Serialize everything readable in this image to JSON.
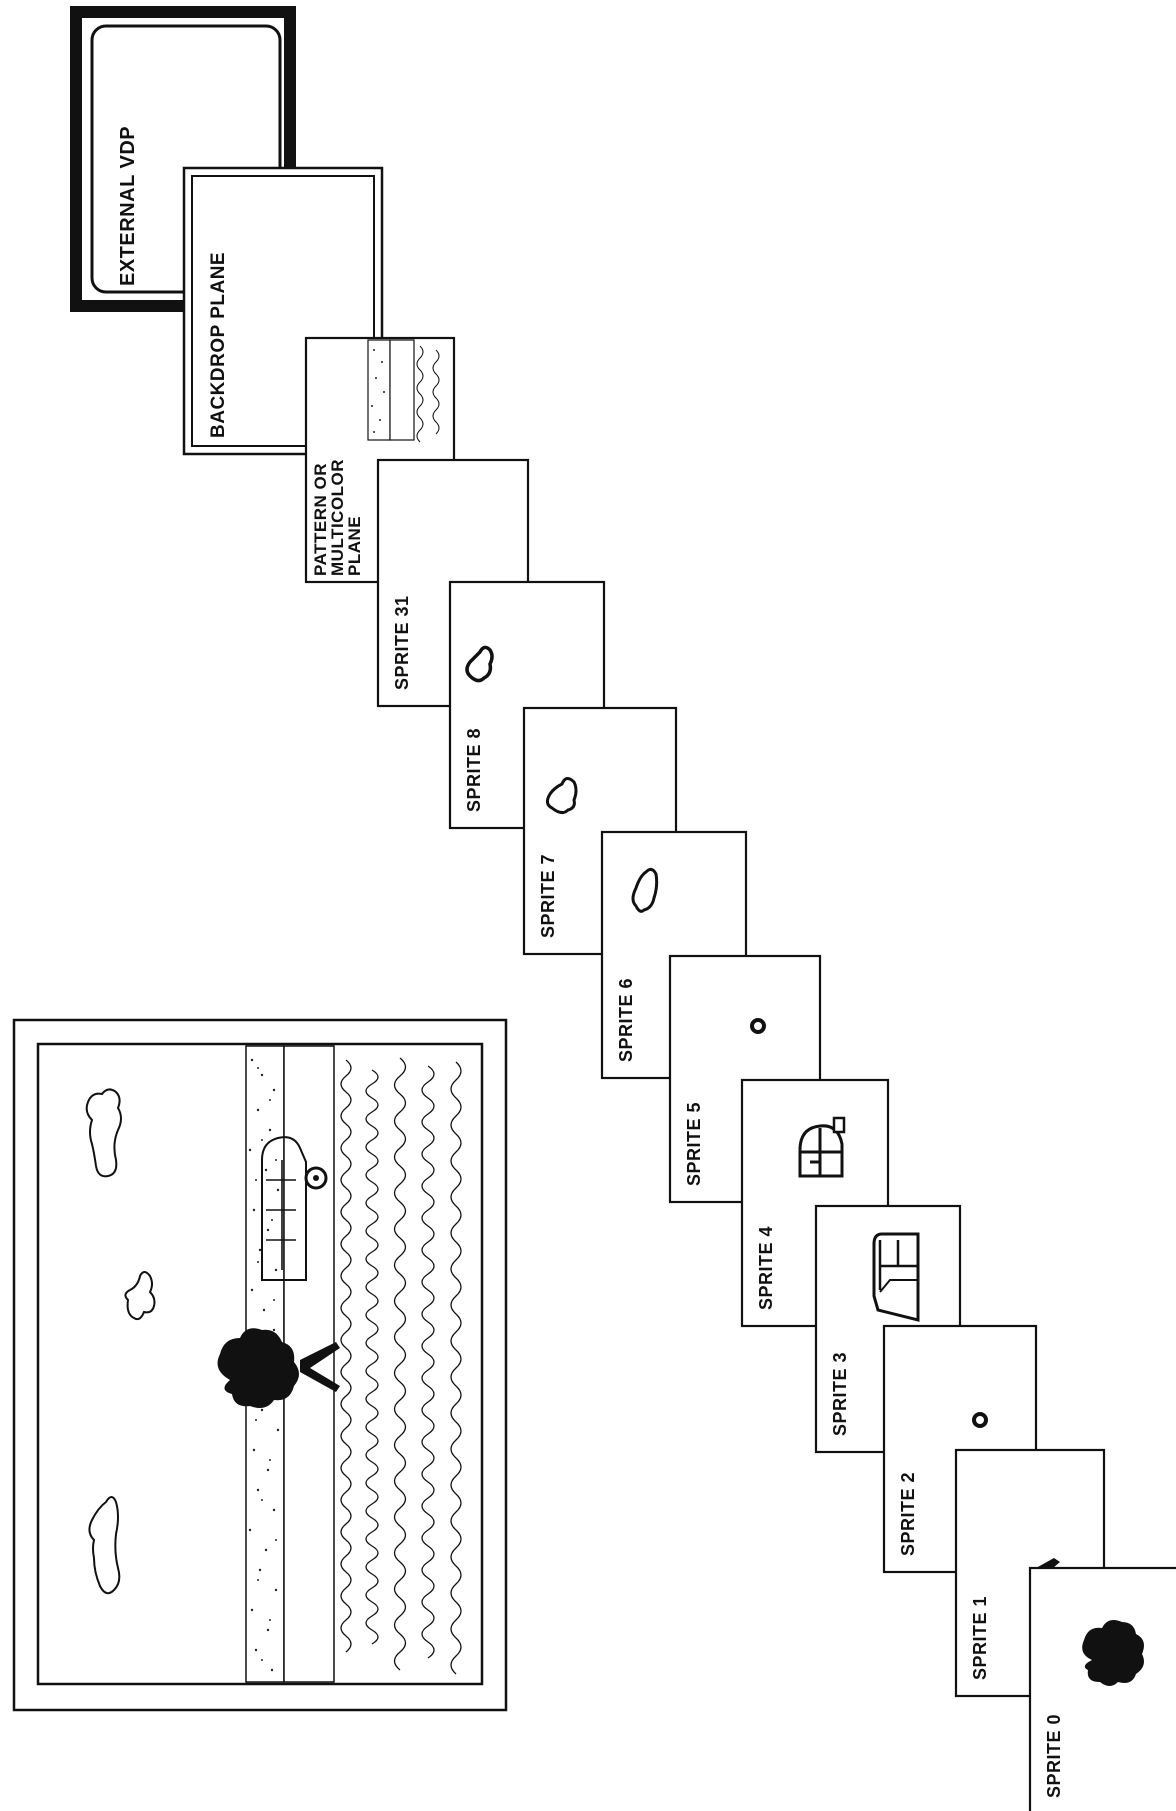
{
  "diagram": {
    "planes": {
      "external_vdp": "EXTERNAL VDP",
      "backdrop": "BACKDROP PLANE",
      "pattern": [
        "PATTERN OR",
        "MULTICOLOR",
        "PLANE"
      ]
    },
    "sprites": [
      {
        "label": "SPRITE 31",
        "content": "empty"
      },
      {
        "label": "SPRITE 8",
        "content": "cloud"
      },
      {
        "label": "SPRITE 7",
        "content": "cloud"
      },
      {
        "label": "SPRITE 6",
        "content": "cloud"
      },
      {
        "label": "SPRITE 5",
        "content": "wheel"
      },
      {
        "label": "SPRITE 4",
        "content": "car-front"
      },
      {
        "label": "SPRITE 3",
        "content": "car-body"
      },
      {
        "label": "SPRITE 2",
        "content": "wheel"
      },
      {
        "label": "SPRITE 1",
        "content": "tree-trunk"
      },
      {
        "label": "SPRITE 0",
        "content": "tree"
      }
    ],
    "colors": {
      "ink": "#111111",
      "paper": "#ffffff"
    }
  }
}
